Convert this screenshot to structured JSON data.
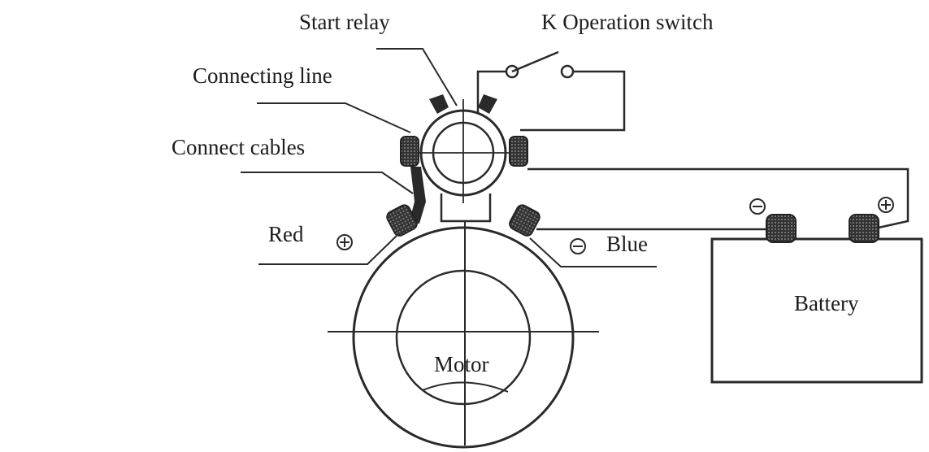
{
  "labels": {
    "start_relay": "Start relay",
    "operation_switch": "K Operation switch",
    "connecting_line": "Connecting line",
    "connect_cables": "Connect cables",
    "red": "Red",
    "blue": "Blue",
    "battery": "Battery",
    "motor": "Motor"
  },
  "colors": {
    "line": "#2a2a2a",
    "text": "#1c1c1c",
    "background": "#ffffff"
  }
}
